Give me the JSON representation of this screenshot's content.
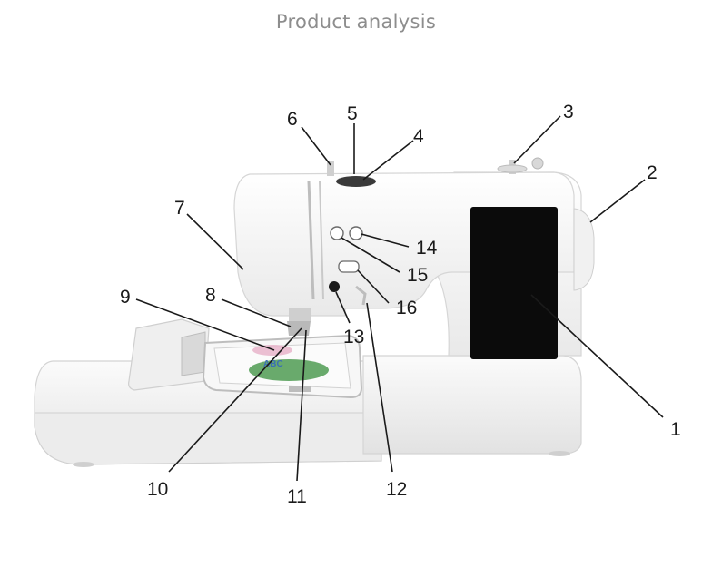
{
  "title": "Product analysis",
  "callouts": [
    "1",
    "2",
    "3",
    "4",
    "5",
    "6",
    "7",
    "8",
    "9",
    "10",
    "11",
    "12",
    "13",
    "14",
    "15",
    "16"
  ],
  "colors": {
    "title": "#8d8d8d",
    "machine_body": "#f4f4f4",
    "machine_shadow": "#d9d9d9",
    "screen": "#0b0b0b",
    "leader_line": "#1a1a1a"
  }
}
